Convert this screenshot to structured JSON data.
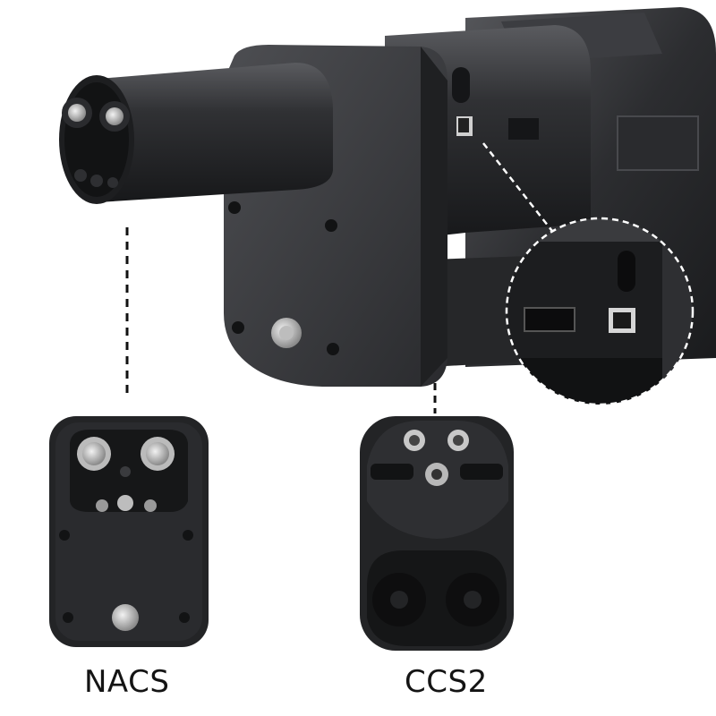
{
  "labels": {
    "nacs": "NACS",
    "ccs2": "CCS2"
  },
  "colors": {
    "background": "#ffffff",
    "body_dark": "#1e1f21",
    "body_mid": "#2c2d30",
    "body_light": "#4a4b4f",
    "metal_pin": "#d8d8d8",
    "text": "#141414"
  },
  "icons": {
    "adapter": "ev-charging-adapter-photo",
    "nacs_face": "nacs-connector-face",
    "ccs2_face": "ccs2-connector-face",
    "magnifier": "detail-magnifier-circle"
  }
}
